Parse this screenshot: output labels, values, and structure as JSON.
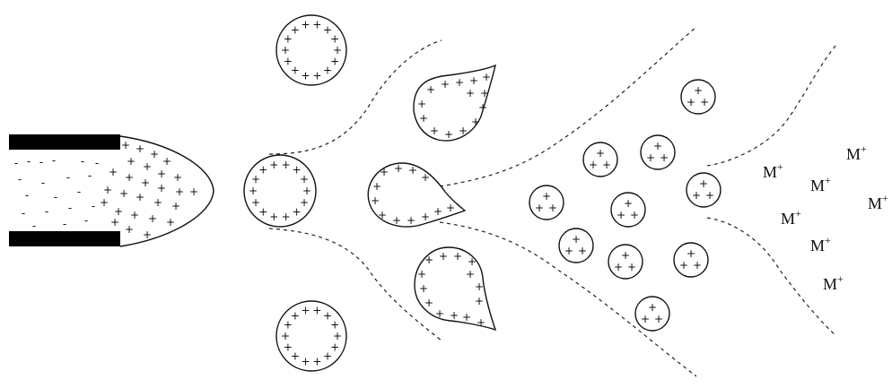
{
  "symbols": {
    "positive": "+",
    "negative": "-"
  },
  "ions": [
    {
      "text": "M",
      "charge": "+"
    },
    {
      "text": "M",
      "charge": "+"
    },
    {
      "text": "M",
      "charge": "+"
    },
    {
      "text": "M",
      "charge": "+"
    },
    {
      "text": "M",
      "charge": "+"
    },
    {
      "text": "M",
      "charge": "+"
    },
    {
      "text": "M",
      "charge": "+"
    }
  ]
}
